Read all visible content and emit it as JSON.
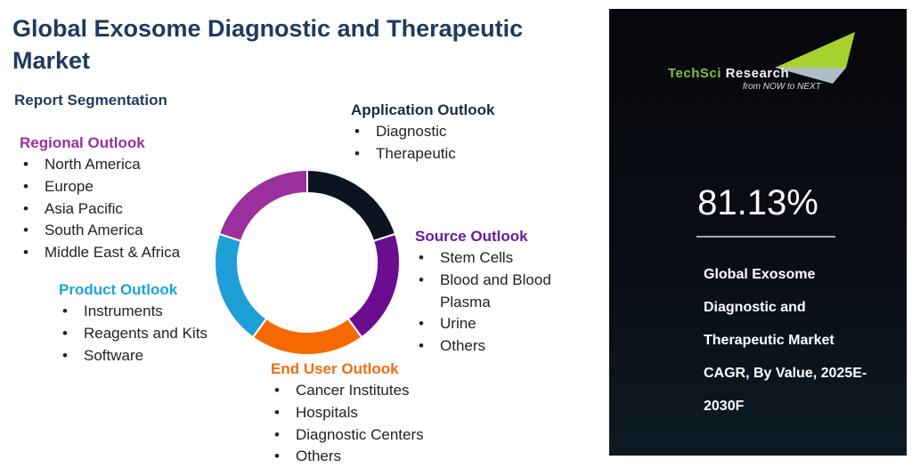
{
  "title": "Global Exosome Diagnostic and Therapeutic Market",
  "subtitle": "Report Segmentation",
  "sections": {
    "regional": {
      "title": "Regional Outlook",
      "color": "#9b2f9e",
      "items": [
        "North America",
        "Europe",
        "Asia Pacific",
        "South America",
        "Middle East & Africa"
      ]
    },
    "product": {
      "title": "Product Outlook",
      "color": "#1aa3dd",
      "items": [
        "Instruments",
        "Reagents and Kits",
        "Software"
      ]
    },
    "application": {
      "title": "Application Outlook",
      "color": "#1f2a3a",
      "items": [
        "Diagnostic",
        "Therapeutic"
      ]
    },
    "source": {
      "title": "Source Outlook",
      "color": "#6a1b9a",
      "items": [
        "Stem Cells",
        "Blood and Blood Plasma",
        "Urine",
        "Others"
      ]
    },
    "end_user": {
      "title": "End User Outlook",
      "color": "#f26b0f",
      "items": [
        "Cancer Institutes",
        "Hospitals",
        "Diagnostic Centers",
        "Others"
      ]
    }
  },
  "donut": {
    "segments": [
      {
        "name": "application",
        "color": "#0c1420"
      },
      {
        "name": "source",
        "color": "#6a0d91"
      },
      {
        "name": "end_user",
        "color": "#f56a00"
      },
      {
        "name": "product",
        "color": "#1e9fd8"
      },
      {
        "name": "regional",
        "color": "#9b2f9e"
      }
    ]
  },
  "panel": {
    "logo_part1": "TechSci",
    "logo_part2": "Research",
    "logo_tagline": "from NOW to NEXT",
    "cagr": "81.13%",
    "description": "Global Exosome Diagnostic and Therapeutic Market CAGR, By Value, 2025E-2030F"
  }
}
